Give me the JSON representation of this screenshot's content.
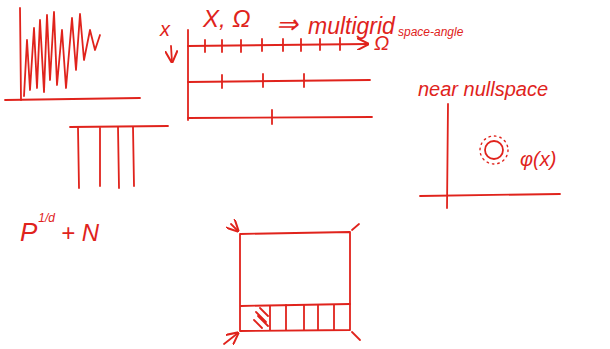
{
  "diagram": {
    "labels": [
      "X, Ω",
      "⇒",
      "multigrid",
      "space-angle",
      "Ω",
      "x",
      "near nullspace",
      "φ(x)",
      "P",
      "1/d",
      "+ N"
    ]
  }
}
